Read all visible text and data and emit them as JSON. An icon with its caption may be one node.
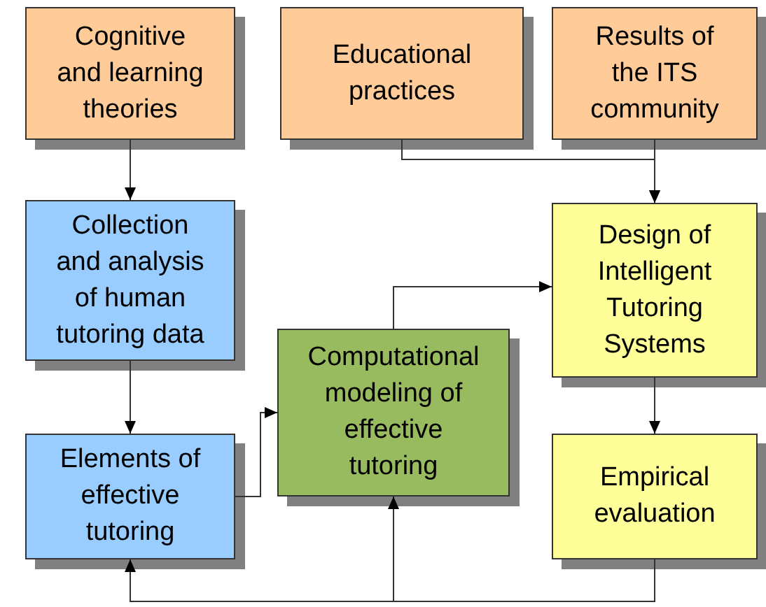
{
  "diagram": {
    "nodes": [
      {
        "text": [
          "Cognitive and learning theories"
        ]
      },
      {
        "text": [
          "Educational practices"
        ]
      },
      {
        "text": [
          "Results of the ITS community"
        ]
      },
      {
        "text": [
          "Collection and analysis of human tutoring data"
        ]
      },
      {
        "text": [
          "Elements of effective tutoring"
        ]
      },
      {
        "text": [
          "Computational modeling of effective tutoring"
        ]
      },
      {
        "text": [
          "Design of Intelligent Tutoring Systems"
        ]
      },
      {
        "text": [
          "Empirical evaluation"
        ]
      }
    ],
    "edges": [
      {
        "from": 0,
        "to": 3,
        "arrow": "to"
      },
      {
        "from": 1,
        "to": 6,
        "arrow": "to"
      },
      {
        "from": 2,
        "to": 6,
        "arrow": "to"
      },
      {
        "from": 3,
        "to": 4,
        "arrow": "to"
      },
      {
        "from": 4,
        "to": 5,
        "arrow": "to"
      },
      {
        "from": 5,
        "to": 6,
        "arrow": "to"
      },
      {
        "from": 6,
        "to": 7,
        "arrow": "to"
      },
      {
        "from": 7,
        "to": 4,
        "arrow": "to"
      },
      {
        "from": 7,
        "to": 5,
        "arrow": "to"
      }
    ]
  }
}
